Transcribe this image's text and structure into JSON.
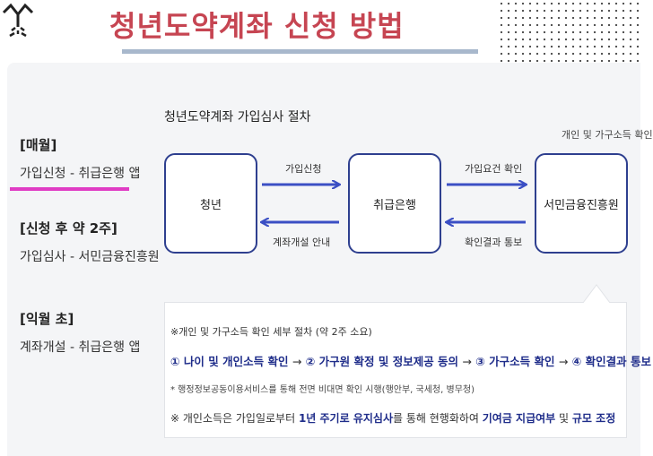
{
  "header": {
    "title": "청년도약계좌 신청 방법"
  },
  "sidebar": {
    "steps": [
      {
        "period": "[매월]",
        "desc": "가입신청 - 취급은행 앱"
      },
      {
        "period": "[신청 후 약 2주]",
        "desc": "가입심사 - 서민금융진흥원"
      },
      {
        "period": "[익월 초]",
        "desc": "계좌개설 - 취급은행 앱"
      }
    ]
  },
  "diagram": {
    "title": "청년도약계좌 가입심사 절차",
    "right_caption": "개인 및 가구소득 확인",
    "nodes": [
      "청년",
      "취급은행",
      "서민금융진흥원"
    ],
    "arrows": {
      "youth_to_bank": "가입신청",
      "bank_to_youth": "계좌개설 안내",
      "bank_to_agency": "가입요건 확인",
      "agency_to_bank": "확인결과 통보"
    }
  },
  "detail": {
    "heading": "※개인 및 가구소득 확인 세부 절차 (약 2주 소요)",
    "steps": [
      "① 나이 및 개인소득 확인",
      "② 가구원 확정 및 정보제공 동의",
      "③ 가구소득 확인",
      "④ 확인결과 통보"
    ],
    "step_sep": "→",
    "note": "* 행정정보공동이용서비스를 통해 전면 비대면 확인 시행(행안부, 국세청, 병무청)",
    "final_prefix": "※ 개인소득은 가입일로부터 ",
    "final_bold1": "1년 주기로 유지심사",
    "final_mid": "를 통해 현행화하여 ",
    "final_bold2": "기여금 지급여부",
    "final_and": " 및 ",
    "final_bold3": "규모 조정"
  },
  "colors": {
    "title": "#c64552",
    "node_border": "#2e3f8f",
    "arrow": "#3b4fc4",
    "highlight": "#e03cc4",
    "emphasis": "#1f2d8a"
  }
}
